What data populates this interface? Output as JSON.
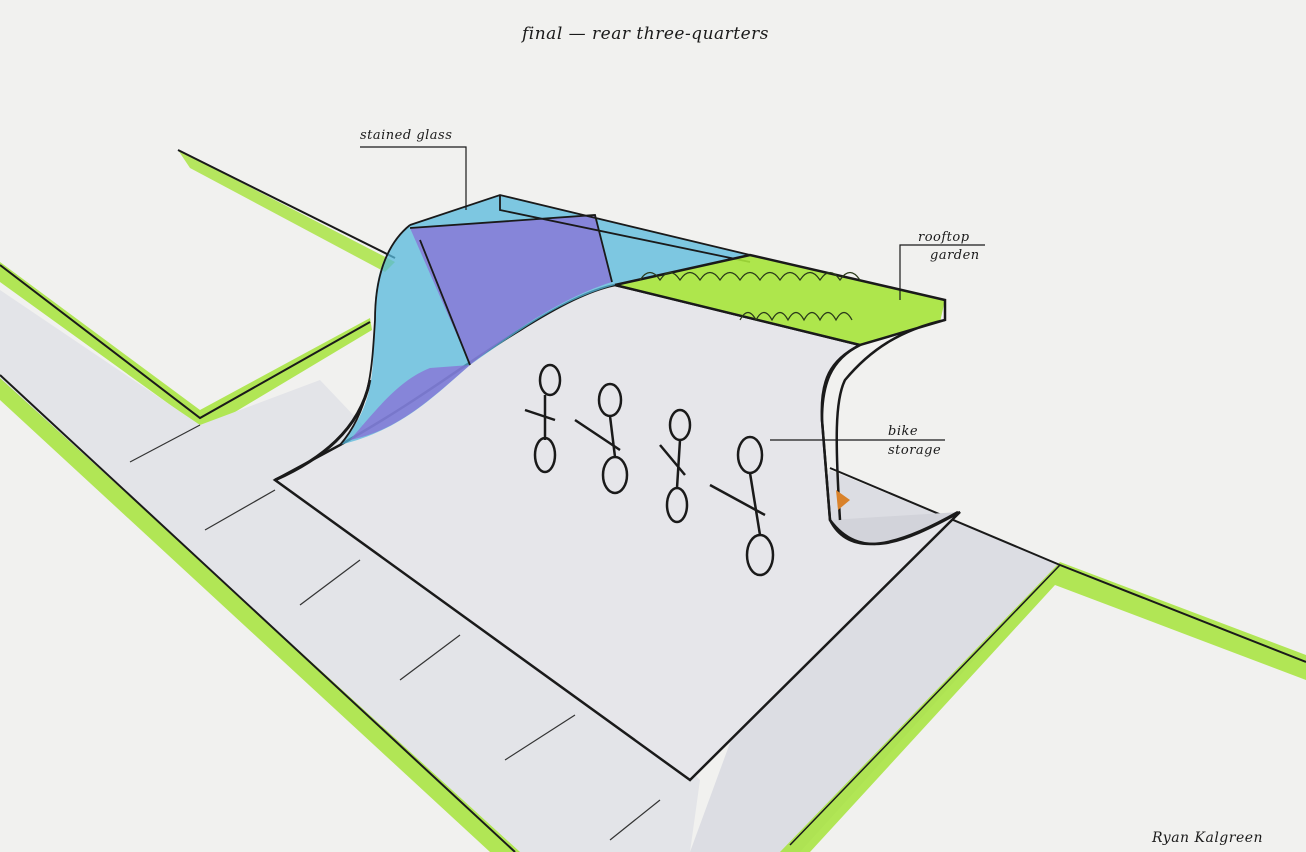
{
  "title": "final — rear three-quarters",
  "labels": {
    "stained_glass": "stained glass",
    "rooftop_1": "rooftop",
    "rooftop_2": "garden",
    "bike_1": "bike",
    "bike_2": "storage"
  },
  "signature": "Ryan Kalgreen",
  "colors": {
    "paper": "#f1f1ef",
    "grass": "#9be22a",
    "glass_blue": "#4fb6dc",
    "glass_purple": "#8a6fd6",
    "concrete": "#c9cad3",
    "ink": "#1a1a1a"
  }
}
